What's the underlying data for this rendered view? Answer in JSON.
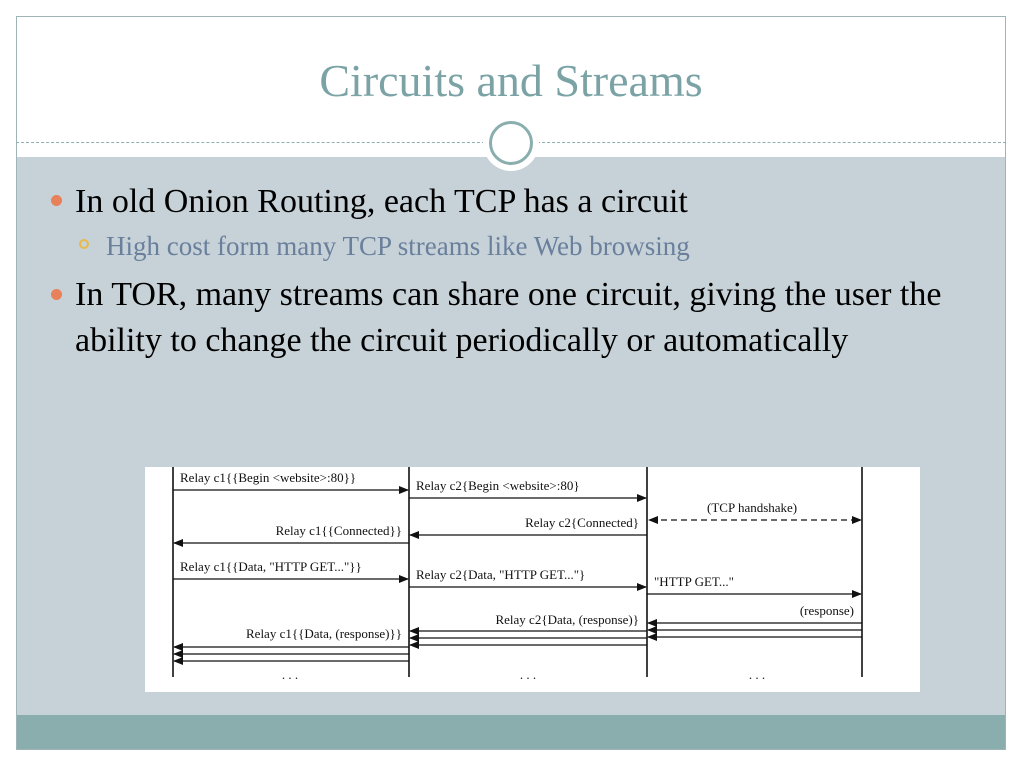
{
  "slide": {
    "title": "Circuits and Streams",
    "bullets": [
      {
        "text": "In old Onion Routing, each TCP has a circuit",
        "sub": [
          "High cost form many TCP streams like Web browsing"
        ]
      },
      {
        "text": "In TOR, many streams can share one circuit, giving the user the ability to change the circuit periodically or automatically"
      }
    ]
  },
  "diagram": {
    "messages": {
      "m1": "Relay c1{{Begin <website>:80}}",
      "m2": "Relay c2{Begin <website>:80}",
      "m3": "(TCP handshake)",
      "m4": "Relay c1{{Connected}}",
      "m5": "Relay c2{Connected}",
      "m6": "Relay c1{{Data, \"HTTP GET...\"}}",
      "m7": "Relay c2{Data, \"HTTP GET...\"}",
      "m8": "\"HTTP GET...\"",
      "m9": "(response)",
      "m10": "Relay c2{Data, (response)}",
      "m11": "Relay c1{{Data, (response)}}"
    },
    "ellipsis": ". . ."
  },
  "colors": {
    "title": "#7ba3a6",
    "content_bg": "#c6d2d8",
    "footer_bg": "#8aaeae",
    "bullet_dot": "#e8805a",
    "sub_bullet_ring": "#e8b94a",
    "sub_text": "#6a7f9c"
  }
}
